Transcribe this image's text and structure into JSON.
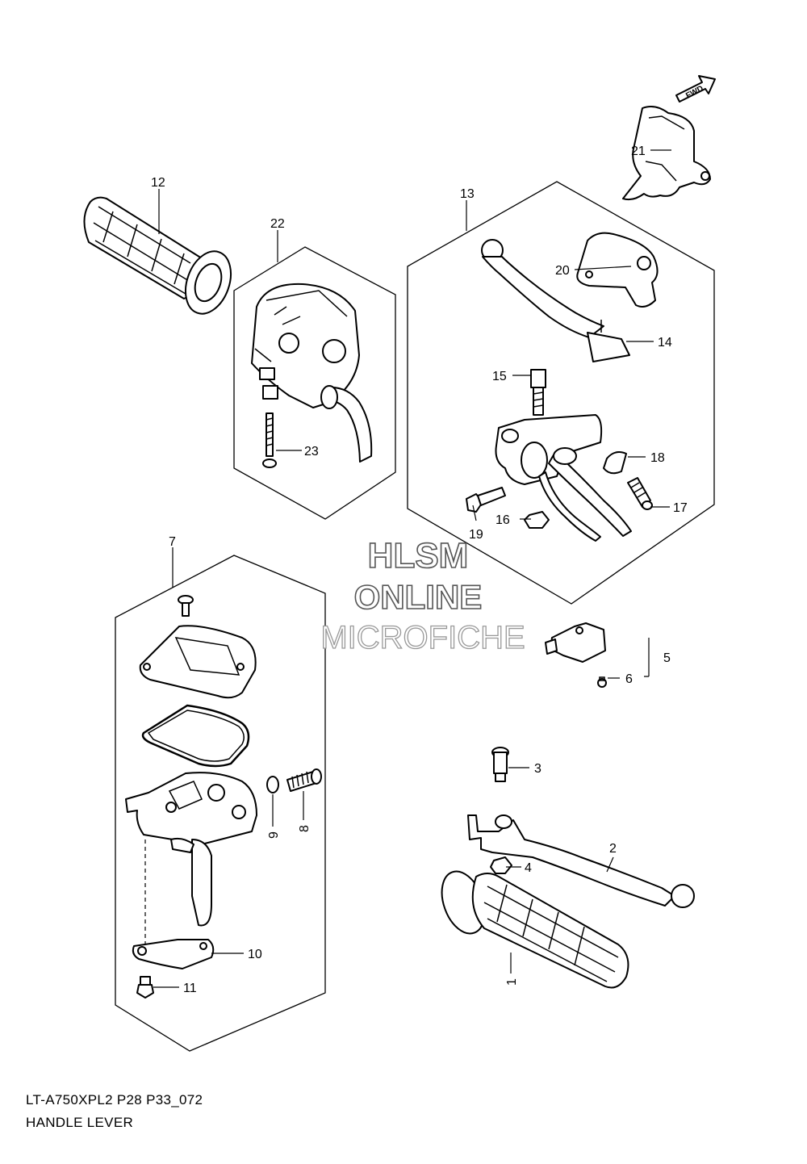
{
  "diagram": {
    "callouts": {
      "c1": "1",
      "c2": "2",
      "c3": "3",
      "c4": "4",
      "c5": "5",
      "c6": "6",
      "c7": "7",
      "c8": "8",
      "c9": "9",
      "c10": "10",
      "c11": "11",
      "c12": "12",
      "c13": "13",
      "c14": "14",
      "c15": "15",
      "c16": "16",
      "c17": "17",
      "c18": "18",
      "c19": "19",
      "c20": "20",
      "c21": "21",
      "c22": "22",
      "c23": "23"
    },
    "fwd_label": "FWD"
  },
  "watermark": {
    "line1": "HLSM",
    "line2": "ONLINE",
    "line3": "MICROFICHE"
  },
  "footer": {
    "model_code": "LT-A750XPL2 P28 P33_072",
    "title": "HANDLE LEVER"
  }
}
